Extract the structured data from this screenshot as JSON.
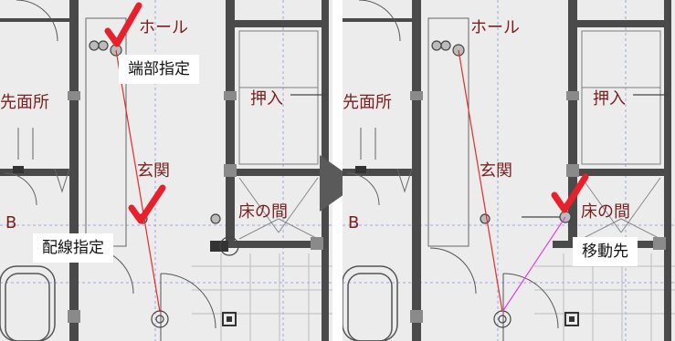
{
  "colors": {
    "room_label": "#7a1f1f",
    "wiring": "#e52b2b",
    "moved_wiring": "#e040e0",
    "check_mark": "#e8202c",
    "arrow": "#5a5a5a",
    "wall": "#4a4a4a"
  },
  "left_panel": {
    "rooms": {
      "hall_partial": "ホール",
      "washroom": "先面所",
      "closet": "押入",
      "entrance": "玄関",
      "tokonoma": "床の間",
      "bath": "B"
    },
    "callouts": {
      "endpoint": "端部指定",
      "wiring": "配線指定"
    }
  },
  "right_panel": {
    "rooms": {
      "hall_partial": "ホール",
      "washroom": "先面所",
      "closet": "押入",
      "entrance": "玄関",
      "tokonoma": "床の間",
      "bath": "B"
    },
    "callouts": {
      "destination": "移動先"
    }
  },
  "icons": {
    "step_arrow": "arrow-right-icon",
    "check": "check-mark-icon"
  }
}
